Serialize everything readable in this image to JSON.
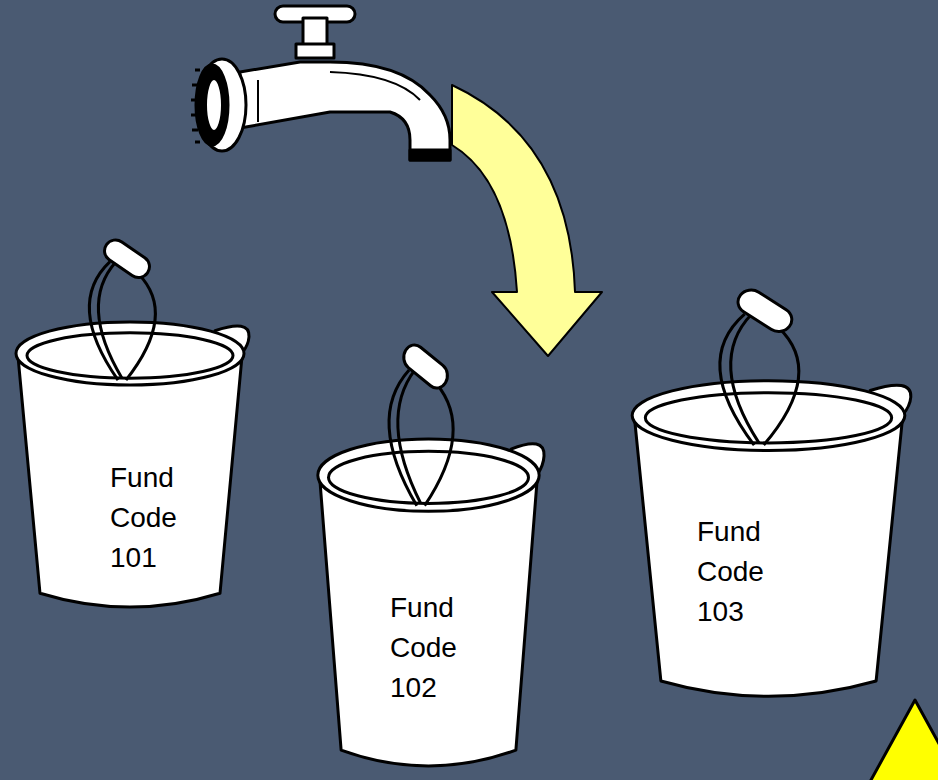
{
  "diagram": {
    "nodes": [
      {
        "text": [
          "Fund Code 101"
        ]
      },
      {
        "text": [
          "Fund Code 102"
        ]
      },
      {
        "text": [
          "Fund Code 103"
        ]
      }
    ]
  }
}
